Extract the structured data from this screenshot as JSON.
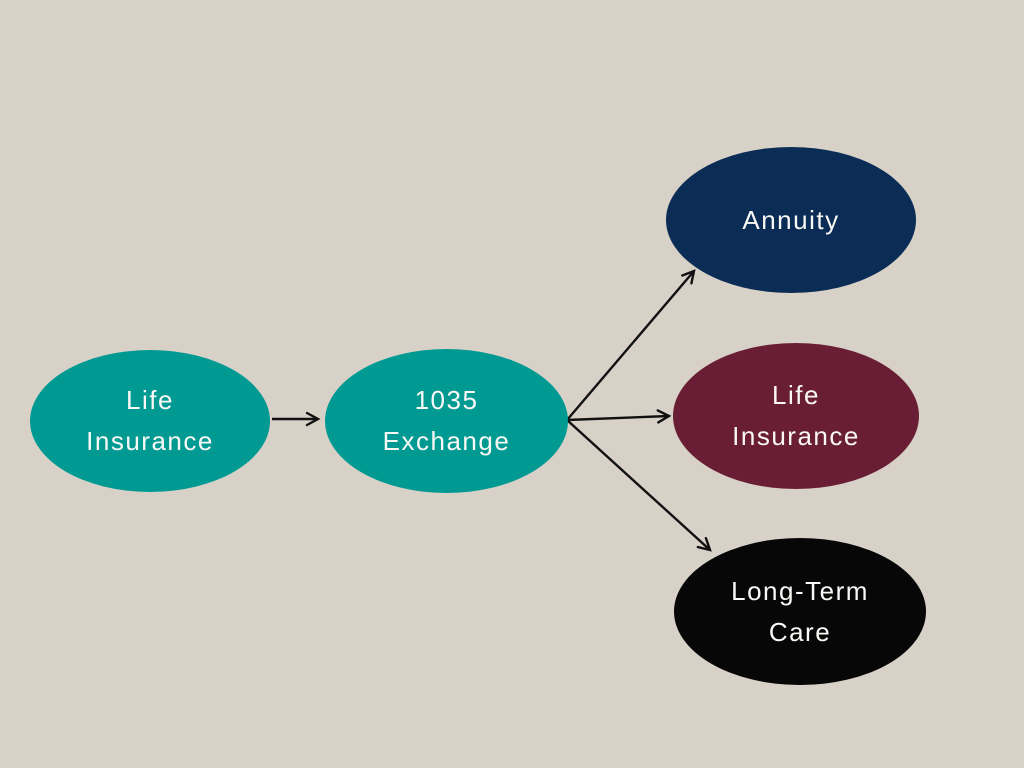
{
  "diagram": {
    "background_color": "#d8d1c8",
    "text_color": "#faf8f5",
    "arrow_color": "#111111",
    "nodes": {
      "source_life_insurance": {
        "label": "Life\nInsurance",
        "color": "#009a93",
        "shape": "ellipse"
      },
      "exchange_1035": {
        "label": "1035\nExchange",
        "color": "#009a93",
        "shape": "ellipse"
      },
      "annuity": {
        "label": "Annuity",
        "color": "#0a2c55",
        "shape": "ellipse"
      },
      "target_life_insurance": {
        "label": "Life\nInsurance",
        "color": "#691e36",
        "shape": "ellipse"
      },
      "long_term_care": {
        "label": "Long-Term\nCare",
        "color": "#070707",
        "shape": "ellipse"
      }
    },
    "edges": [
      {
        "from": "source_life_insurance",
        "to": "exchange_1035"
      },
      {
        "from": "exchange_1035",
        "to": "annuity"
      },
      {
        "from": "exchange_1035",
        "to": "target_life_insurance"
      },
      {
        "from": "exchange_1035",
        "to": "long_term_care"
      }
    ]
  }
}
